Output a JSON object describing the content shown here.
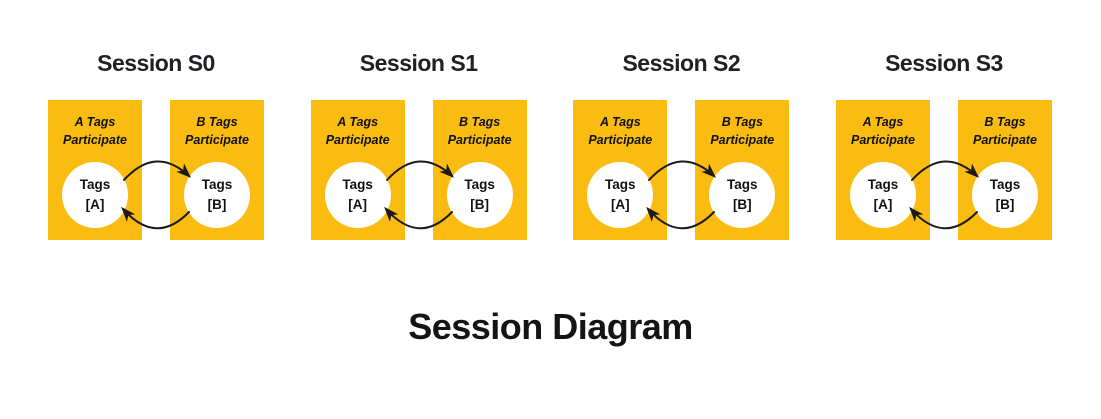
{
  "diagram_title": "Session Diagram",
  "colors": {
    "card-yellow": "#FBBC12",
    "node-white": "#FFFFFF",
    "text-dark": "#202124",
    "arrow-black": "#1A1A1A",
    "page-bg": "#FFFFFF"
  },
  "sessions": [
    {
      "title": "Session S0",
      "left_card": {
        "label": [
          "A Tags",
          "Participate"
        ],
        "node": [
          "Tags",
          "[A]"
        ]
      },
      "right_card": {
        "label": [
          "B Tags",
          "Participate"
        ],
        "node": [
          "Tags",
          "[B]"
        ]
      }
    },
    {
      "title": "Session S1",
      "left_card": {
        "label": [
          "A Tags",
          "Participate"
        ],
        "node": [
          "Tags",
          "[A]"
        ]
      },
      "right_card": {
        "label": [
          "B Tags",
          "Participate"
        ],
        "node": [
          "Tags",
          "[B]"
        ]
      }
    },
    {
      "title": "Session S2",
      "left_card": {
        "label": [
          "A Tags",
          "Participate"
        ],
        "node": [
          "Tags",
          "[A]"
        ]
      },
      "right_card": {
        "label": [
          "B Tags",
          "Participate"
        ],
        "node": [
          "Tags",
          "[B]"
        ]
      }
    },
    {
      "title": "Session S3",
      "left_card": {
        "label": [
          "A Tags",
          "Participate"
        ],
        "node": [
          "Tags",
          "[A]"
        ]
      },
      "right_card": {
        "label": [
          "B Tags",
          "Participate"
        ],
        "node": [
          "Tags",
          "[B]"
        ]
      }
    }
  ]
}
